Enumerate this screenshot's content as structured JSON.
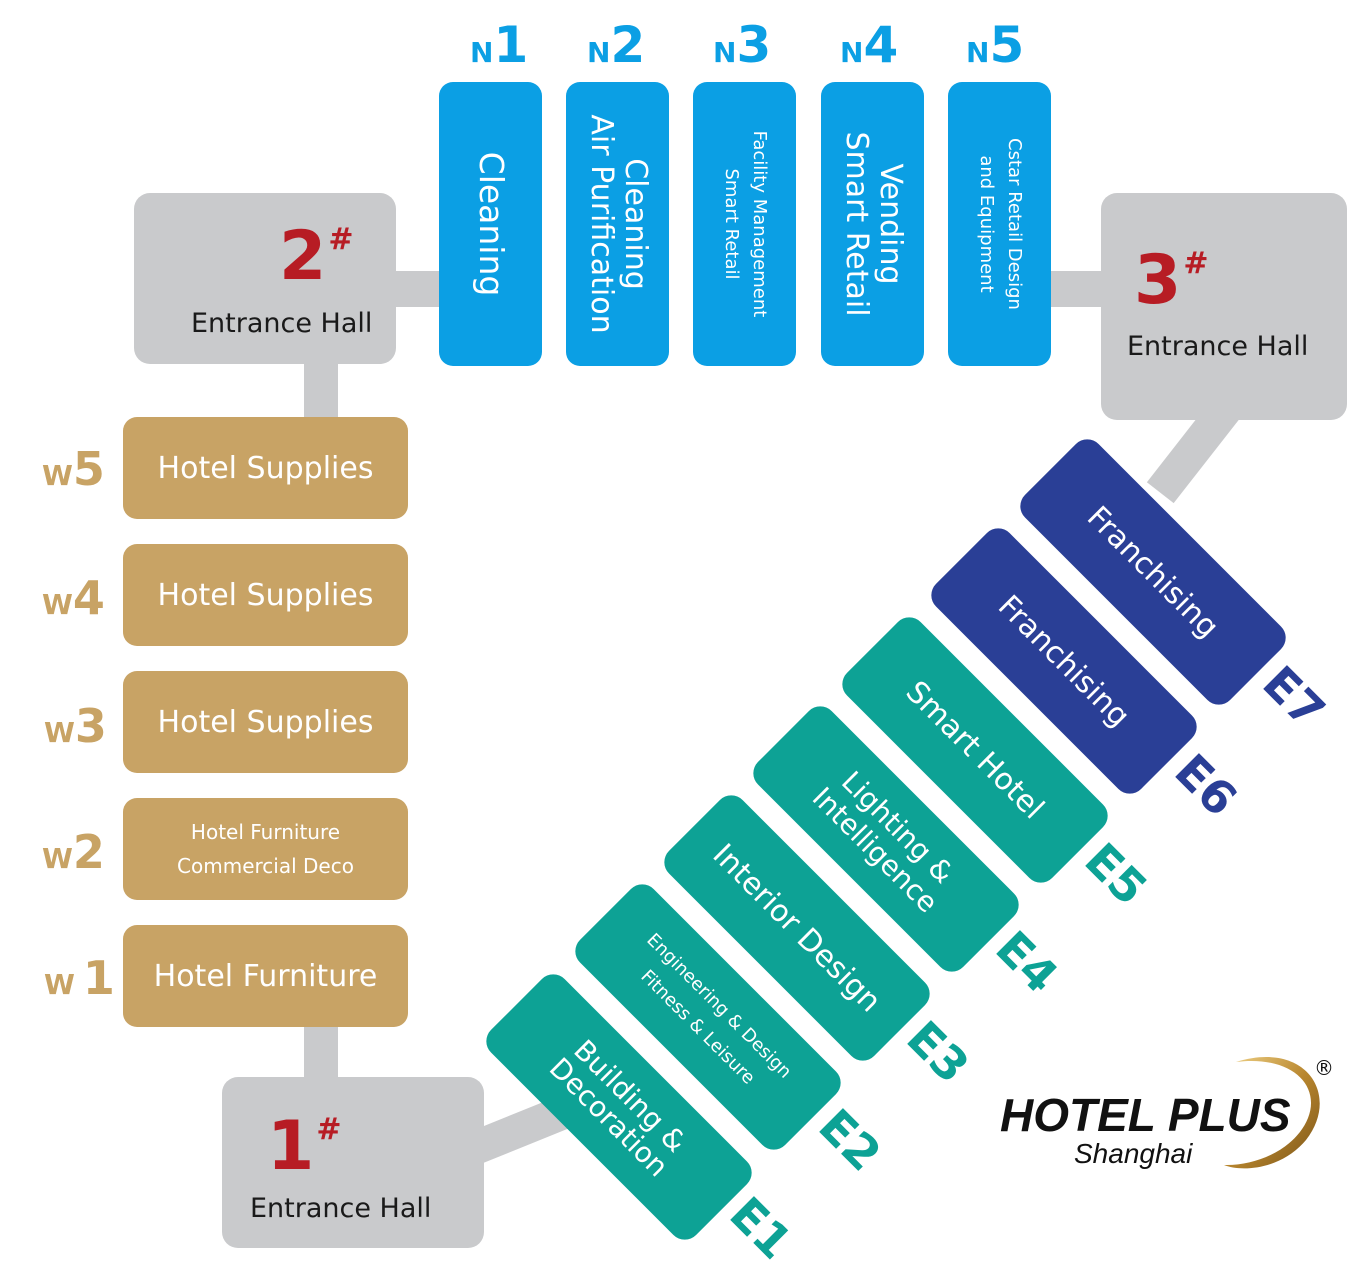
{
  "entrances": {
    "e1": {
      "number": "1",
      "mark": "#",
      "caption": "Entrance Hall"
    },
    "e2": {
      "number": "2",
      "mark": "#",
      "caption": "Entrance Hall"
    },
    "e3": {
      "number": "3",
      "mark": "#",
      "caption": "Entrance Hall"
    }
  },
  "west_halls": [
    {
      "prefix": "W",
      "digit": "5",
      "lines": [
        "Hotel Supplies"
      ]
    },
    {
      "prefix": "W",
      "digit": "4",
      "lines": [
        "Hotel Supplies"
      ]
    },
    {
      "prefix": "W",
      "digit": "3",
      "lines": [
        "Hotel Supplies"
      ]
    },
    {
      "prefix": "W",
      "digit": "2",
      "lines": [
        "Hotel Furniture",
        "Commercial Deco"
      ]
    },
    {
      "prefix": "W",
      "digit": "1",
      "lines": [
        "Hotel Furniture"
      ]
    }
  ],
  "north_halls": [
    {
      "prefix": "N",
      "digit": "1",
      "lines": [
        "Cleaning"
      ]
    },
    {
      "prefix": "N",
      "digit": "2",
      "lines": [
        "Cleaning",
        "Air Purification"
      ]
    },
    {
      "prefix": "N",
      "digit": "3",
      "lines": [
        "Facility Management",
        "Smart Retail"
      ]
    },
    {
      "prefix": "N",
      "digit": "4",
      "lines": [
        "Vending",
        "Smart Retail"
      ]
    },
    {
      "prefix": "N",
      "digit": "5",
      "lines": [
        "Cstar Retail Design",
        "and Equipment"
      ]
    }
  ],
  "east_halls": [
    {
      "label": "E1",
      "lines": [
        "Building &",
        "Decoration"
      ]
    },
    {
      "label": "E2",
      "lines": [
        "Engineering & Design",
        "Fitness & Leisure"
      ]
    },
    {
      "label": "E3",
      "lines": [
        "Interior Design"
      ]
    },
    {
      "label": "E4",
      "lines": [
        "Lighting &",
        "Intelligence"
      ]
    },
    {
      "label": "E5",
      "lines": [
        "Smart Hotel"
      ]
    },
    {
      "label": "E6",
      "lines": [
        "Franchising"
      ]
    },
    {
      "label": "E7",
      "lines": [
        "Franchising"
      ]
    }
  ],
  "logo": {
    "name": "HOTEL PLUS",
    "city": "Shanghai",
    "registered": "®"
  },
  "colors": {
    "west": "#c8a365",
    "north": "#0b9fe4",
    "east_teal": "#0da295",
    "east_navy": "#2a3f96",
    "entrance": "#c9cacc",
    "entrance_number": "#b71c24"
  }
}
